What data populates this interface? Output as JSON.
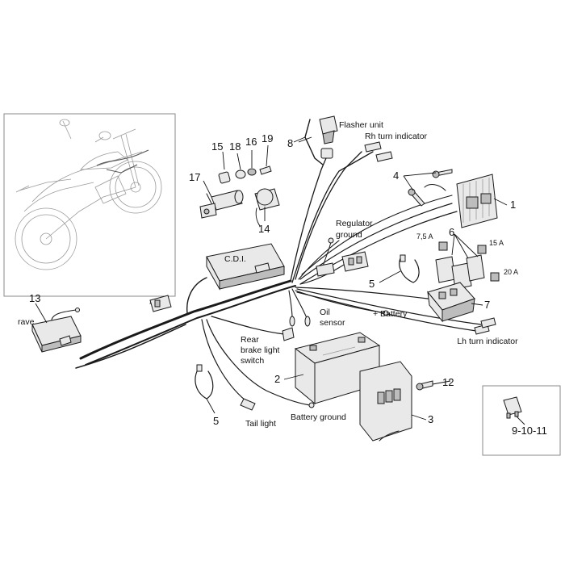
{
  "labels": {
    "flasher_unit": "Flasher unit",
    "rh_turn_indicator": "Rh turn indicator",
    "regulator_ground_1": "Regulator",
    "regulator_ground_2": "ground",
    "cdi": "C.D.I.",
    "rave": "rave",
    "oil_sensor_1": "Oil",
    "oil_sensor_2": "sensor",
    "battery_plus": "+ Battery",
    "rear_brake_1": "Rear",
    "rear_brake_2": "brake light",
    "rear_brake_3": "switch",
    "lh_turn_indicator": "Lh turn indicator",
    "tail_light": "Tail light",
    "battery_ground": "Battery ground",
    "fuse_75": "7,5 A",
    "fuse_15": "15 A",
    "fuse_20": "20 A"
  },
  "callouts": {
    "n1": "1",
    "n2": "2",
    "n3": "3",
    "n4": "4",
    "n5a": "5",
    "n5b": "5",
    "n6": "6",
    "n7": "7",
    "n8": "8",
    "n12": "12",
    "n13": "13",
    "n14": "14",
    "n15": "15",
    "n16": "16",
    "n17": "17",
    "n18": "18",
    "n19": "19",
    "n_fuse_set": "9-10-11"
  }
}
